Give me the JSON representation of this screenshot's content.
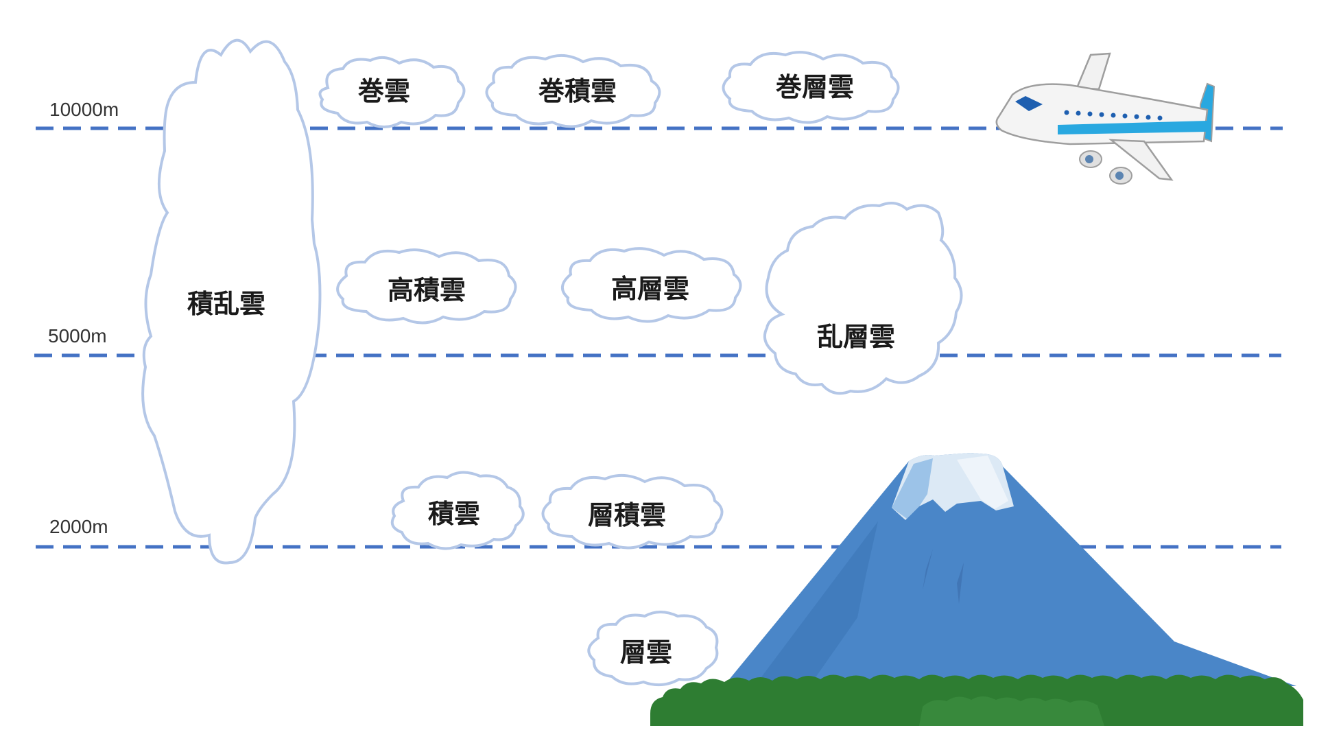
{
  "altitudes": [
    {
      "label": "10000m"
    },
    {
      "label": "5000m"
    },
    {
      "label": "2000m"
    }
  ],
  "clouds": {
    "cumulonimbus": "積乱雲",
    "cirrus": "巻雲",
    "cirrocumulus": "巻積雲",
    "cirrostratus": "巻層雲",
    "altocumulus": "高積雲",
    "altostratus": "高層雲",
    "nimbostratus": "乱層雲",
    "cumulus": "積雲",
    "stratocumulus": "層積雲",
    "stratus": "層雲"
  },
  "colors": {
    "guide_line": "#4472c4",
    "cloud_outline": "#b4c7e7",
    "mountain": "#4a86c8",
    "snow": "#e8f0f8",
    "forest": "#2e7d32",
    "plane_accent": "#1e88e5"
  },
  "icons": [
    "airplane-icon",
    "mountain-icon",
    "forest-icon"
  ]
}
